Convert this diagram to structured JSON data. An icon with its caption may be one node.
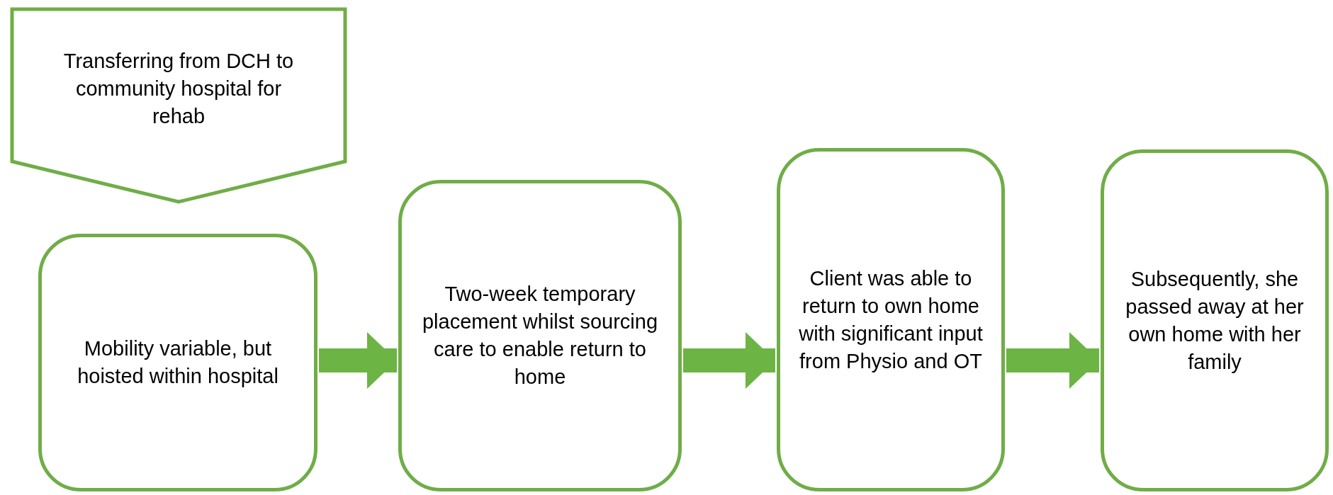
{
  "diagram": {
    "nodes": [
      {
        "text": [
          "Transferring from DCH to community hospital for rehab"
        ]
      },
      {
        "text": [
          "Mobility variable, but hoisted within hospital"
        ]
      },
      {
        "text": [
          "Two-week temporary placement whilst sourcing care to enable return to home"
        ]
      },
      {
        "text": [
          "Client was able to return to own home with significant input from Physio and OT"
        ]
      },
      {
        "text": [
          "Subsequently, she passed away at her own home with her family"
        ]
      }
    ],
    "edges": [
      {
        "from": 1,
        "to": 2,
        "arrow": "to"
      },
      {
        "from": 2,
        "to": 3,
        "arrow": "to"
      },
      {
        "from": 3,
        "to": 4,
        "arrow": "to"
      }
    ]
  }
}
